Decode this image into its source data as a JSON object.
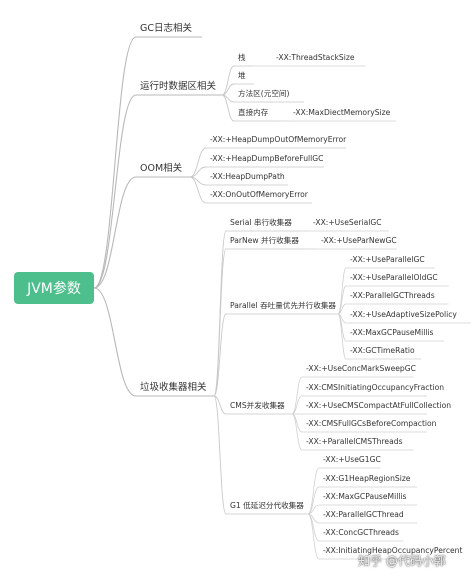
{
  "root": "JVM参数",
  "branches": [
    {
      "label": "GC日志相关",
      "children": []
    },
    {
      "label": "运行时数据区相关",
      "children": [
        {
          "label": "栈",
          "children": [
            "-XX:ThreadStackSize"
          ]
        },
        {
          "label": "堆",
          "children": []
        },
        {
          "label": "方法区(元空间)",
          "children": []
        },
        {
          "label": "直接内存",
          "children": [
            "-XX:MaxDiectMemorySize"
          ]
        }
      ]
    },
    {
      "label": "OOM相关",
      "children": [
        {
          "label": "-XX:+HeapDumpOutOfMemoryError",
          "children": []
        },
        {
          "label": "-XX:+HeapDumpBeforeFullGC",
          "children": []
        },
        {
          "label": "-XX:HeapDumpPath",
          "children": []
        },
        {
          "label": "-XX:OnOutOfMemoryError",
          "children": []
        }
      ]
    },
    {
      "label": "垃圾收集器相关",
      "children": [
        {
          "label": "Serial 串行收集器",
          "children": [
            "-XX:+UseSerialGC"
          ]
        },
        {
          "label": "ParNew 并行收集器",
          "children": [
            "-XX:+UseParNewGC"
          ]
        },
        {
          "label": "Parallel 吞吐量优先并行收集器",
          "children": [
            "-XX:+UseParallelGC",
            "-XX:+UseParallelOldGC",
            "-XX:ParallelGCThreads",
            "-XX:+UseAdaptiveSizePolicy",
            "-XX:MaxGCPauseMillis",
            "-XX:GCTimeRatio"
          ]
        },
        {
          "label": "CMS并发收集器",
          "children": [
            "-XX:+UseConcMarkSweepGC",
            "-XX:CMSInitiatingOccupancyFraction",
            "-XX:+UseCMSCompactAtFullCollection",
            "-XX:CMSFullGCsBeforeCompaction",
            "-XX:+ParallelCMSThreads"
          ]
        },
        {
          "label": "G1 低延迟分代收集器",
          "children": [
            "-XX:+UseG1GC",
            "-XX:G1HeapRegionSize",
            "-XX:MaxGCPauseMillis",
            "-XX:ParallelGCThread",
            "-XX:ConcGCThreads",
            "-XX:InitiatingHeapOccupancyPercent"
          ]
        }
      ]
    }
  ],
  "watermark": "知乎 @代码小郭"
}
